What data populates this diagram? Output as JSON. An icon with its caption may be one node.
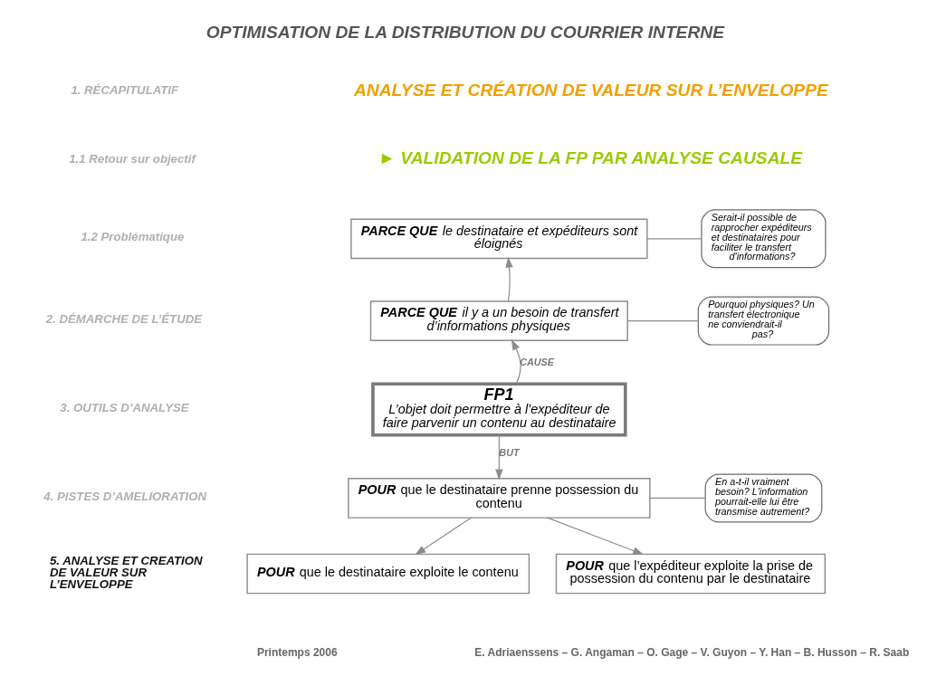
{
  "diagram": {
    "title": "OPTIMISATION DE LA DISTRIBUTION DU COURRIER INTERNE",
    "nodes": [
      {
        "text": [
          "**PARCE QUE** le destinataire et expéditeurs sont éloignés"
        ]
      },
      {
        "text": [
          "**PARCE QUE** il y a un besoin de transfert d’informations physiques"
        ]
      },
      {
        "text": [
          "FP1",
          "L’objet doit permettre à l’expéditeur de faire parvenir un contenu au destinataire"
        ]
      },
      {
        "text": [
          "**POUR** que le destinataire prenne possession du contenu"
        ]
      },
      {
        "text": [
          "**POUR** que le destinataire exploite le contenu"
        ]
      },
      {
        "text": [
          "**POUR** que l’expéditeur exploite la prise de possession du contenu par le destinataire"
        ]
      },
      {
        "text": [
          "Serait-il possible de rapprocher expéditeurs et destinataires pour faciliter le transfert d'informations?"
        ]
      },
      {
        "text": [
          "Pourquoi physiques? Un transfert électronique ne conviendrait-il pas?"
        ]
      },
      {
        "text": [
          "En a-t-il vraiment besoin? L'information pourrait-elle lui être transmise autrement?"
        ]
      }
    ],
    "edges": [
      {
        "from": 1,
        "to": 0,
        "arrow": "to"
      },
      {
        "from": 2,
        "to": 1,
        "arrow": "to",
        "label": "CAUSE"
      },
      {
        "from": 2,
        "to": 3,
        "arrow": "to",
        "label": "BUT"
      },
      {
        "from": 3,
        "to": 4,
        "arrow": "to"
      },
      {
        "from": 3,
        "to": 5,
        "arrow": "to"
      },
      {
        "from": 6,
        "to": 0,
        "arrow": "none"
      },
      {
        "from": 7,
        "to": 1,
        "arrow": "none"
      },
      {
        "from": 8,
        "to": 3,
        "arrow": "none"
      }
    ],
    "labels": [
      "1. RÉCAPITULATIF",
      "1.1 Retour sur objectif",
      "1.2 Problématique",
      "2. DÉMARCHE DE L’ÉTUDE",
      "3. OUTILS D’ANALYSE",
      "4. PISTES D’AMELIORATION",
      "5. ANALYSE ET CREATION DE VALEUR SUR L’ENVELOPPE",
      "ANALYSE ET CRÉATION DE VALEUR SUR L’ENVELOPPE",
      "► VALIDATION DE LA FP PAR ANALYSE CAUSALE",
      "Printemps 2006",
      "E. Adriaenssens – G. Angaman – O. Gage – V. Guyon – Y. Han – B. Husson – R. Saab"
    ]
  }
}
